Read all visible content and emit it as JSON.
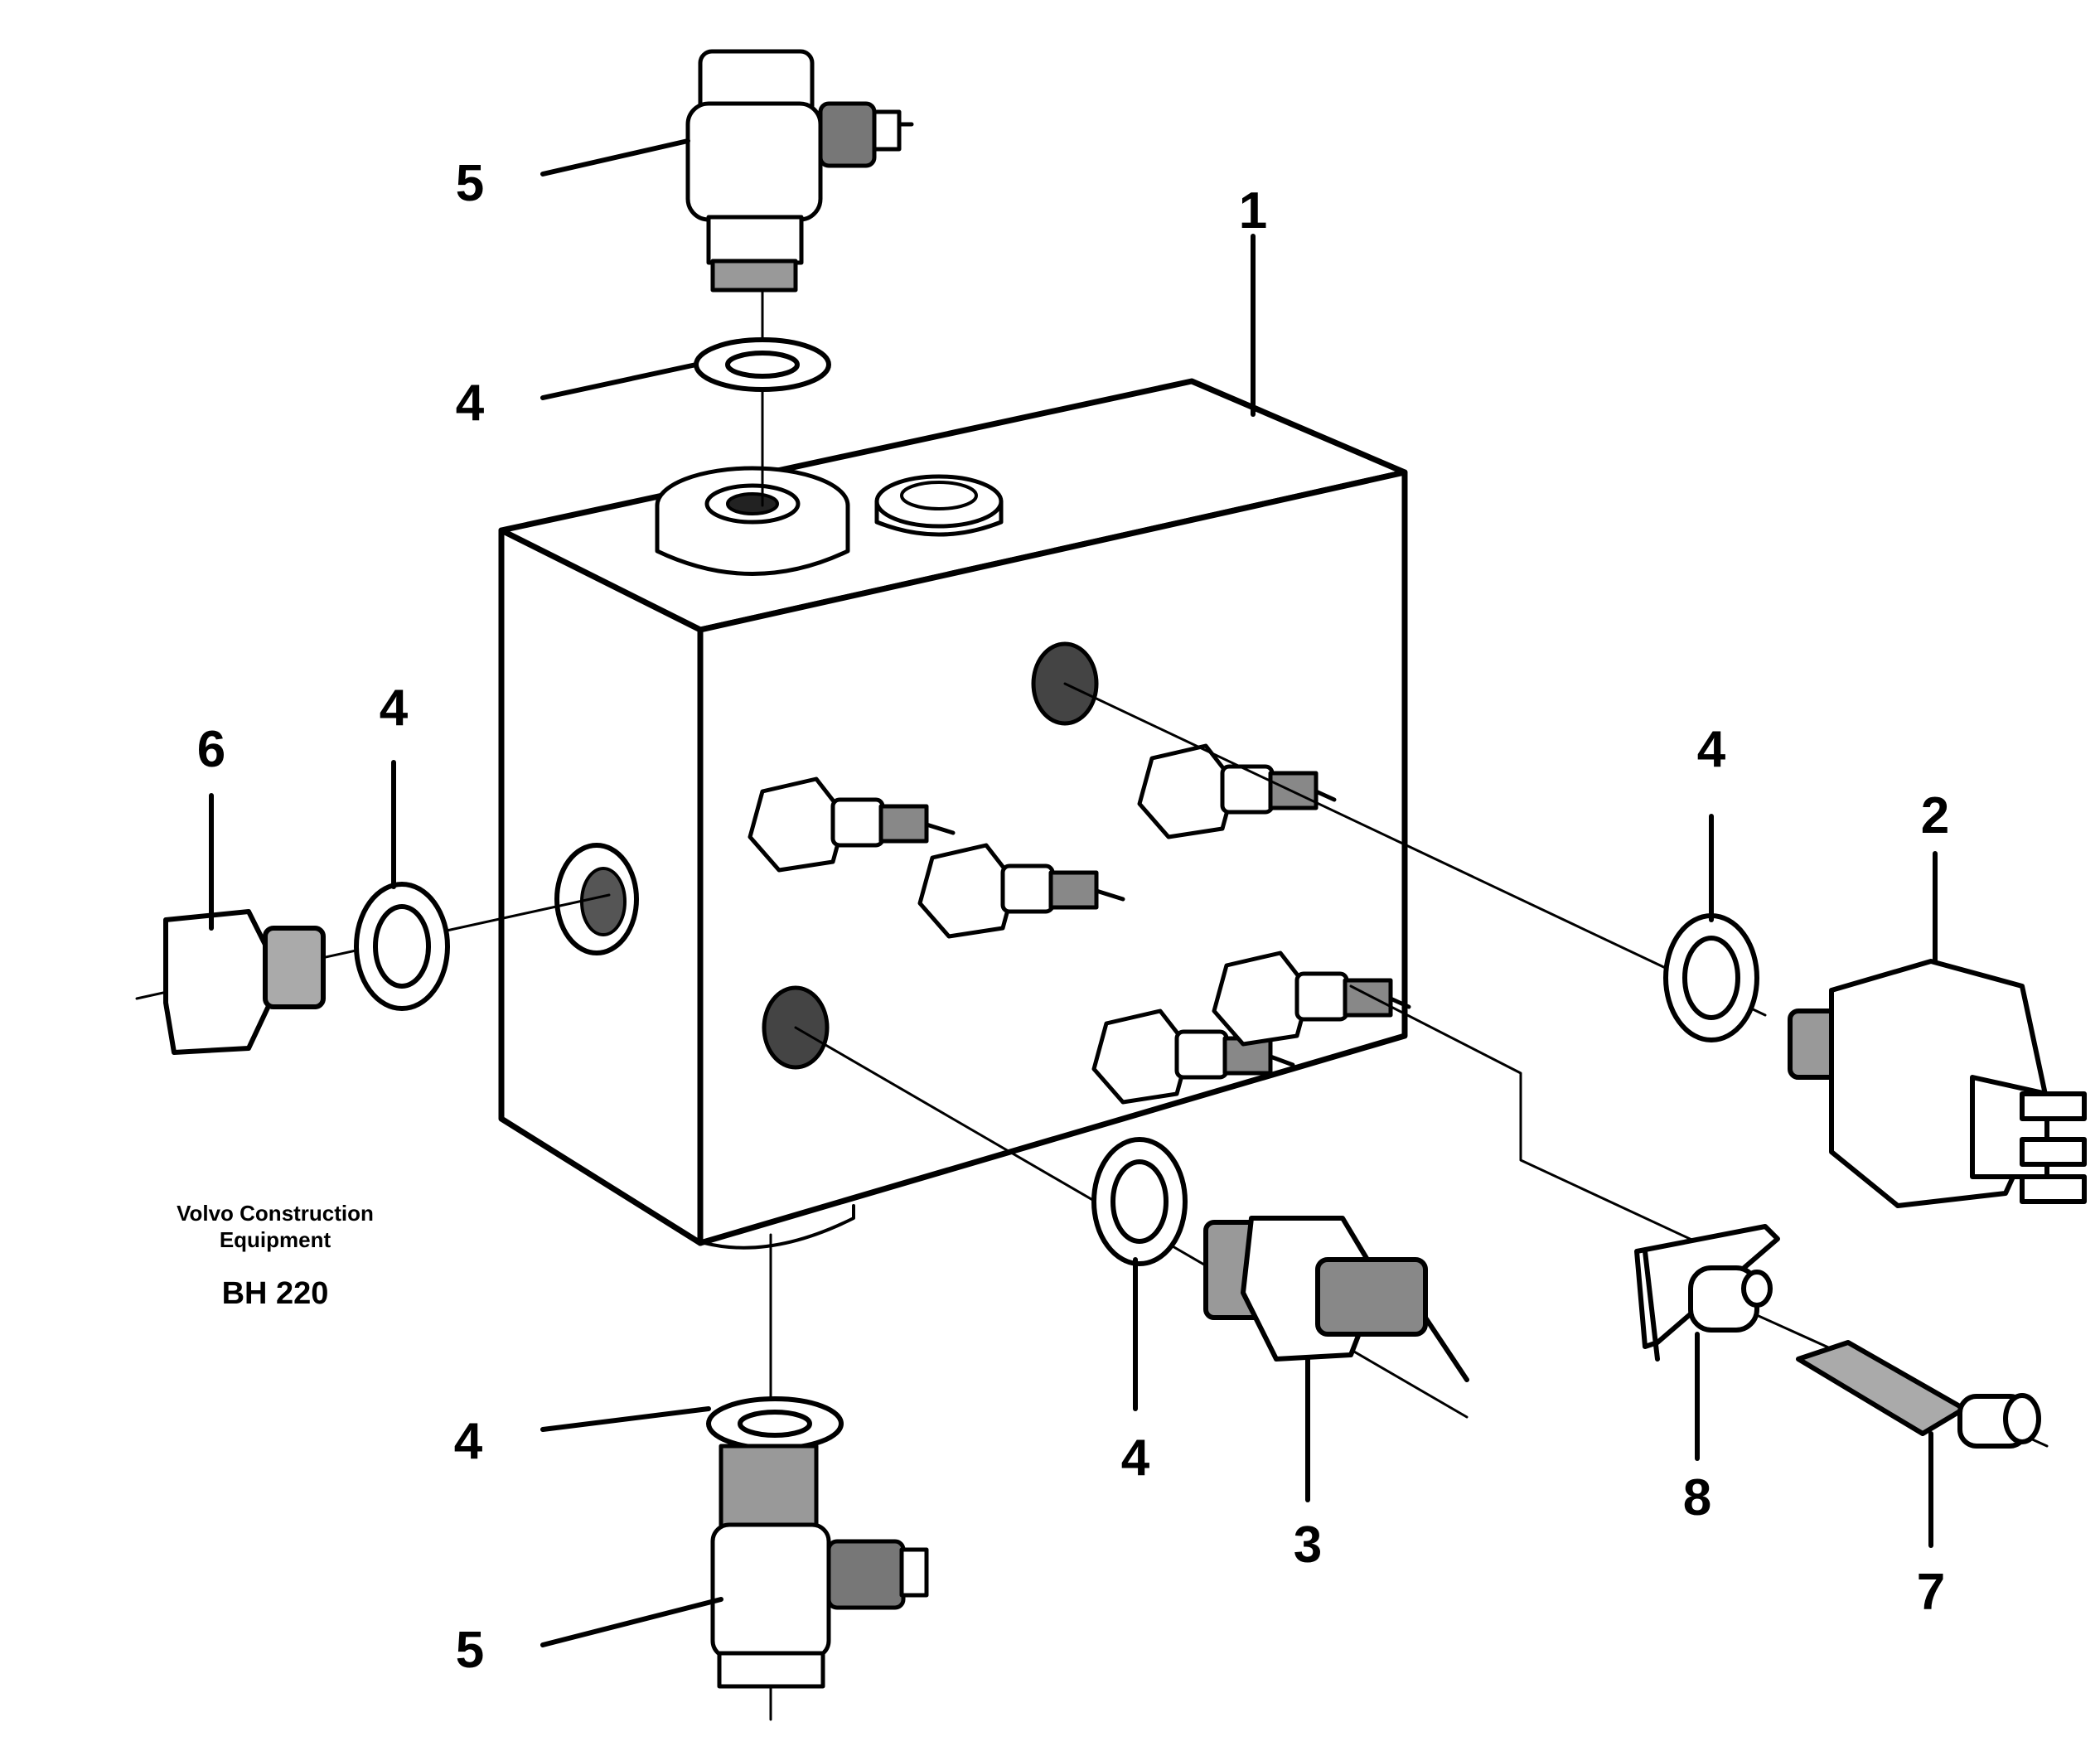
{
  "callouts": {
    "valve_block": "1",
    "pressure_switch": "2",
    "test_nipple": "3",
    "washer": "4",
    "elbow_test_fitting": "5",
    "plug": "6",
    "screw": "7",
    "bracket": "8"
  },
  "caption": {
    "line1": "Volvo Construction",
    "line2": "Equipment",
    "code": "BH 220"
  }
}
